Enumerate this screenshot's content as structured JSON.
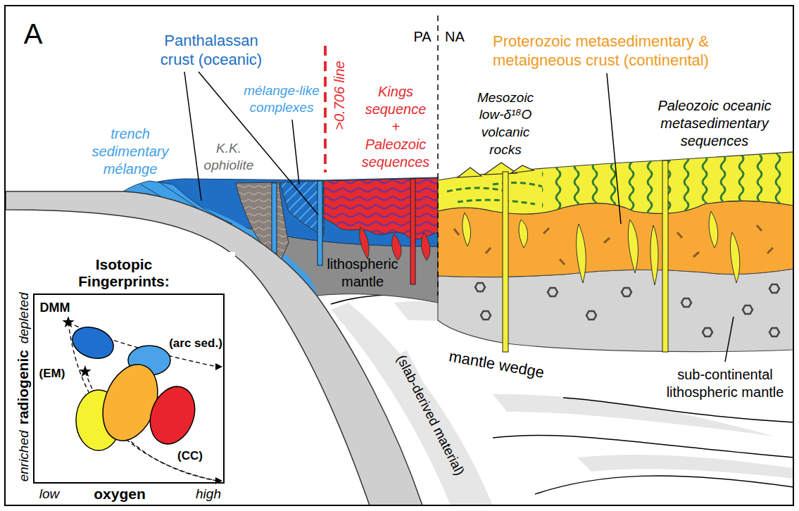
{
  "diagram": {
    "nodes": [
      {
        "text": [
          "Isotopic Fingerprints:"
        ]
      }
    ],
    "labels": [
      "A",
      "Panthalassan crust (oceanic)",
      "trench sedimentary mélange",
      "mélange-like complexes",
      "K.K. ophiolite",
      ">0.706 line",
      "Kings sequence + Paleozoic sequences",
      "PA",
      "NA",
      "Mesozoic low-δ¹⁸O volcanic rocks",
      "Proterozoic metasedimentary & metaigneous crust (continental)",
      "Paleozoic oceanic metasedimentary sequences",
      "lithospheric mantle",
      "mantle wedge",
      "(slab-derived material)",
      "sub-continental lithospheric mantle",
      "depleted",
      "radiogenic",
      "enriched",
      "low",
      "oxygen",
      "high",
      "DMM",
      "(EM)",
      "(arc sed.)",
      "(CC)"
    ]
  }
}
